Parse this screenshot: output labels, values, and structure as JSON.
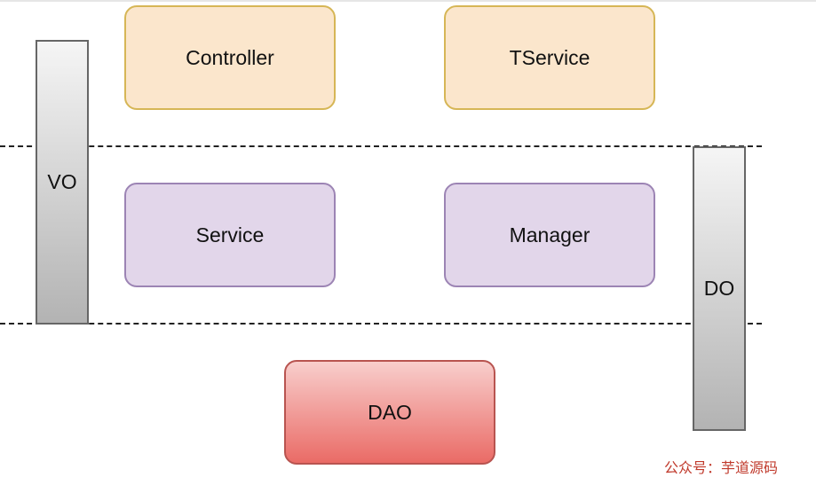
{
  "nodes": {
    "controller": "Controller",
    "tservice": "TService",
    "service": "Service",
    "manager": "Manager",
    "dao": "DAO",
    "vo": "VO",
    "do": "DO"
  },
  "watermark": "公众号：芋道源码",
  "colors": {
    "orange_fill": "#fbe6cc",
    "orange_stroke": "#d6b656",
    "purple_fill": "#e2d6ea",
    "purple_stroke": "#9c84b4",
    "red_fill_top": "#f8cecc",
    "red_fill_bottom": "#ea6b66",
    "gray_bar_top": "#f5f5f5",
    "gray_bar_bottom": "#b3b3b3",
    "watermark": "#c0392b"
  }
}
